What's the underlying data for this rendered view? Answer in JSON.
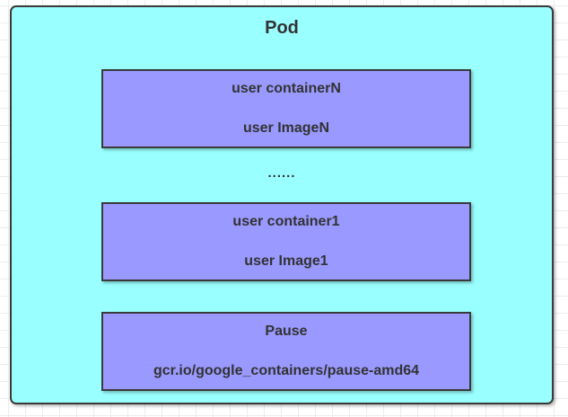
{
  "diagram": {
    "pod_label": "Pod",
    "ellipsis": "......",
    "containers": [
      {
        "name": "user containerN",
        "image": "user ImageN"
      },
      {
        "name": "user container1",
        "image": "user Image1"
      },
      {
        "name": "Pause",
        "image": "gcr.io/google_containers/pause-amd64"
      }
    ],
    "colors": {
      "pod_fill": "#99ffff",
      "container_fill": "#9999ff",
      "border": "#3a3a3a",
      "text": "#333333",
      "grid_line": "#ececec",
      "canvas_background": "#ffffff"
    }
  }
}
